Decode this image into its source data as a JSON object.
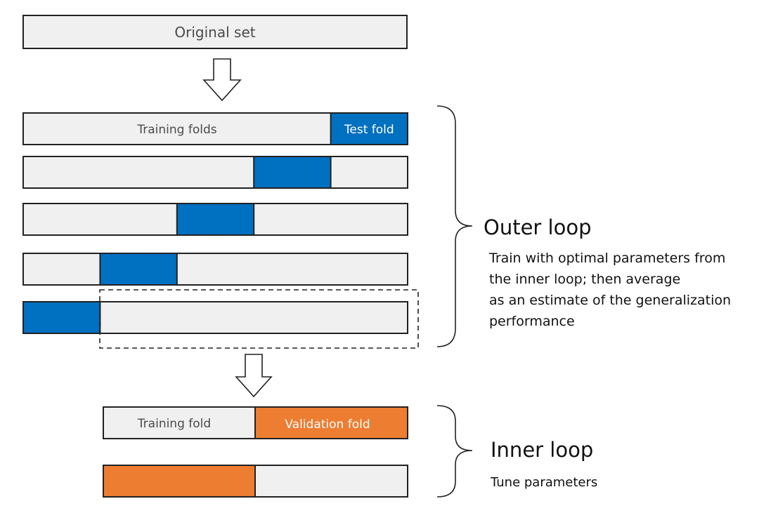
{
  "colors": {
    "bar_fill": "#f0f0f0",
    "bar_stroke": "#222222",
    "test_fill": "#0070c0",
    "validation_fill": "#ed7d31",
    "label_dark": "#4a4a4a",
    "label_light": "#ffffff"
  },
  "original": {
    "label": "Original set"
  },
  "outer": {
    "training_label": "Training folds",
    "test_label": "Test fold",
    "title": "Outer loop",
    "desc": [
      "Train with optimal parameters from",
      "the inner loop; then average",
      "as an estimate of the generalization",
      "performance"
    ],
    "test_positions": [
      5,
      4,
      3,
      2,
      1
    ]
  },
  "inner": {
    "training_label": "Training fold",
    "validation_label": "Validation fold",
    "title": "Inner loop",
    "desc": "Tune parameters"
  }
}
